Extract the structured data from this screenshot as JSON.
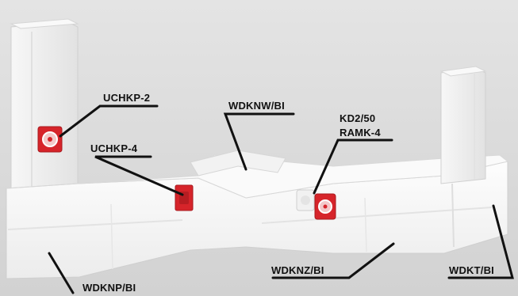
{
  "labels": {
    "uchkp2": "UCHKP-2",
    "uchkp4": "UCHKP-4",
    "wdknw": "WDKNW/BI",
    "kd2_50": "KD2/50",
    "ramk4": "RAMK-4",
    "wdknp": "WDKNP/BI",
    "wdknz": "WDKNZ/BI",
    "wdkt": "WDKT/BI"
  },
  "colors": {
    "background": "#dcdcdc",
    "duct": "#f4f4f4",
    "socket": "#d6242a",
    "leader": "#111111"
  }
}
